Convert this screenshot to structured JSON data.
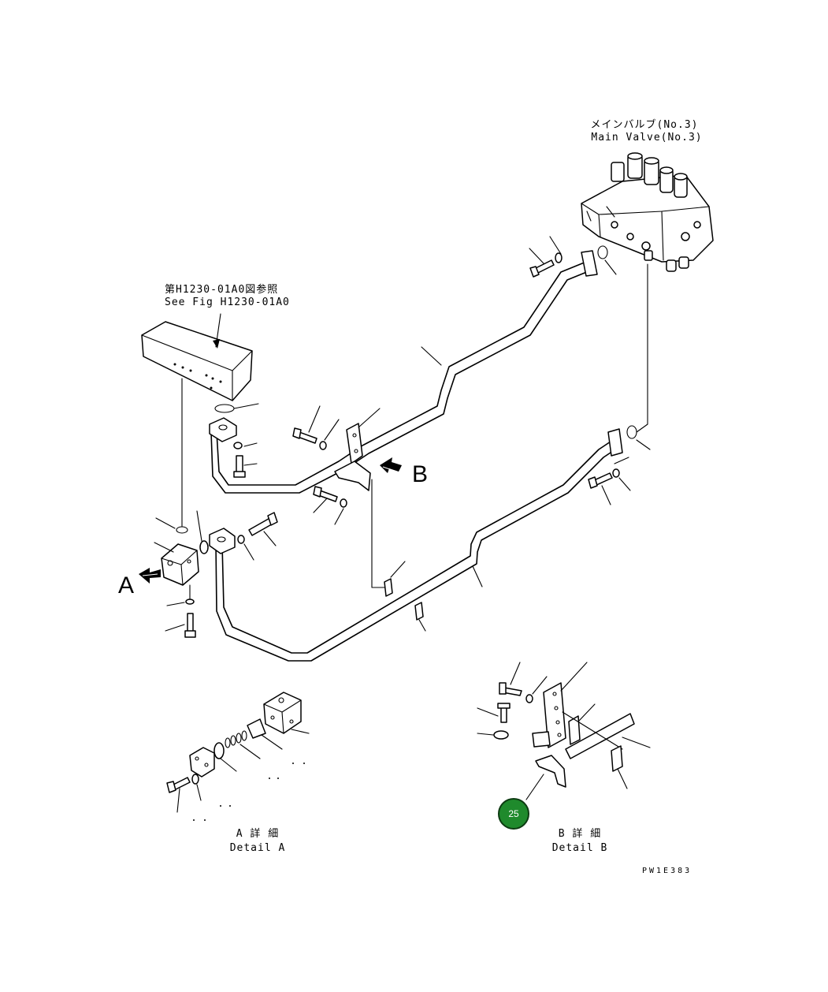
{
  "labels": {
    "main_valve_jp": "メインバルブ(No.3)",
    "main_valve_en": "Main Valve(No.3)",
    "ref_jp": "第H1230-01A0図参照",
    "ref_en": "See Fig H1230-01A0",
    "view_a": "A",
    "view_b": "B",
    "detail_a_jp": "A 詳 細",
    "detail_a_en": "Detail A",
    "detail_b_jp": "B 詳 細",
    "detail_b_en": "Detail B",
    "drawing_code": "PW1E383"
  },
  "callouts": [
    {
      "number": "25",
      "color": "#1f8a2c"
    }
  ],
  "icons": {
    "view_arrow": "hatched-arrow-icon"
  }
}
